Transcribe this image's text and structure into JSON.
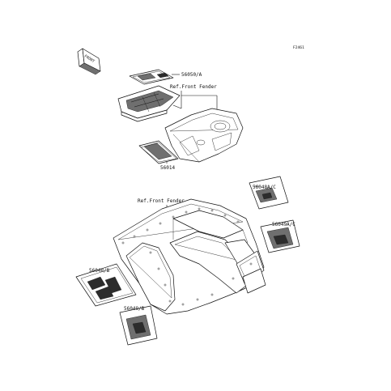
{
  "diagram_code": "F2461",
  "front_marker": "FRONT",
  "labels": {
    "front_ref_top": "Ref.Front Fender",
    "front_ref_bottom": "Ref.Front Fender",
    "part_56050_a": "56050/A",
    "part_56014": "56014",
    "part_56048a_c": "56048A/C",
    "part_56049a_c": "56049A/C",
    "part_56048_b": "56048/B",
    "part_56049_b": "56049/B"
  },
  "colors": {
    "line": "#111111",
    "decal_shade": "#6f6f6f",
    "background": "#ffffff"
  }
}
